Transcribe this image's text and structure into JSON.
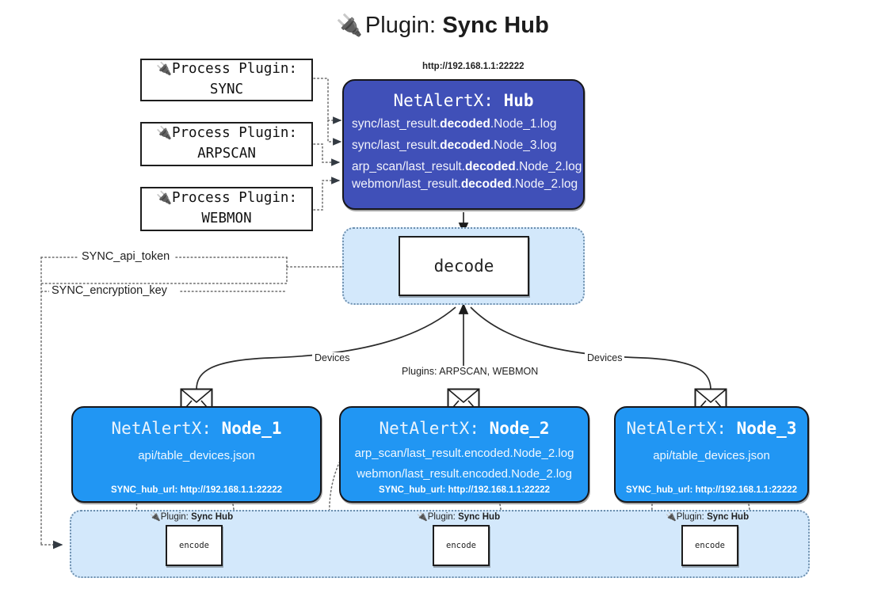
{
  "title": {
    "icon": "plug-icon",
    "glyph": "🔌",
    "prefix": "Plugin: ",
    "name": "Sync Hub"
  },
  "process_plugins": [
    {
      "glyph": "🔌",
      "line1": "Process Plugin:",
      "line2": "SYNC"
    },
    {
      "glyph": "🔌",
      "line1": "Process Plugin:",
      "line2": "ARPSCAN"
    },
    {
      "glyph": "🔌",
      "line1": "Process Plugin:",
      "line2": "WEBMON"
    }
  ],
  "hub": {
    "url": "http://192.168.1.1:22222",
    "prefix": "NetAlertX: ",
    "name": "Hub",
    "logs": [
      {
        "pre": "sync/last_result.",
        "mid": "decoded",
        "post": ".Node_1.log"
      },
      {
        "pre": "sync/last_result.",
        "mid": "decoded",
        "post": ".Node_3.log"
      },
      {
        "pre": "arp_scan/last_result.",
        "mid": "decoded",
        "post": ".Node_2.log"
      },
      {
        "pre": "webmon/last_result.",
        "mid": "decoded",
        "post": ".Node_2.log"
      }
    ]
  },
  "decode": {
    "label": "decode"
  },
  "secrets": [
    {
      "label": "SYNC_api_token"
    },
    {
      "label": "SYNC_encryption_key"
    }
  ],
  "edge_labels": {
    "devices_left": "Devices",
    "devices_right": "Devices",
    "plugins_mid": "Plugins: ARPSCAN, WEBMON"
  },
  "nodes": [
    {
      "prefix": "NetAlertX: ",
      "name": "Node_1",
      "lines": [
        "api/table_devices.json"
      ],
      "footer": "SYNC_hub_url: http://192.168.1.1:22222"
    },
    {
      "prefix": "NetAlertX: ",
      "name": "Node_2",
      "lines": [
        "arp_scan/last_result.encoded.Node_2.log",
        "webmon/last_result.encoded.Node_2.log"
      ],
      "footer": "SYNC_hub_url: http://192.168.1.1:22222"
    },
    {
      "prefix": "NetAlertX: ",
      "name": "Node_3",
      "lines": [
        "api/table_devices.json"
      ],
      "footer": "SYNC_hub_url: http://192.168.1.1:22222"
    }
  ],
  "encoders": [
    {
      "glyph": "🔌",
      "plugin_prefix": "Plugin: ",
      "plugin_name": "Sync Hub",
      "label": "encode"
    },
    {
      "glyph": "🔌",
      "plugin_prefix": "Plugin: ",
      "plugin_name": "Sync Hub",
      "label": "encode"
    },
    {
      "glyph": "🔌",
      "plugin_prefix": "Plugin: ",
      "plugin_name": "Sync Hub",
      "label": "encode"
    }
  ],
  "colors": {
    "hub_fill": "#4050b8",
    "node_fill": "#2196f3",
    "container_fill": "#d3e8fb",
    "container_border": "#6d8fae",
    "stroke": "#17171b",
    "dotted": "#6b6b6b"
  }
}
